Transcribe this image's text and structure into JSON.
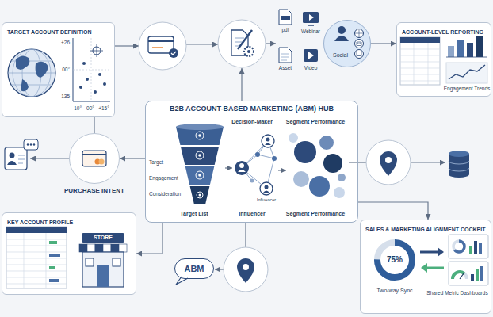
{
  "diagram": {
    "nodes": [
      {
        "text": [
          "TARGET ACCOUNT DEFINITION"
        ]
      },
      {
        "text": [
          "Social"
        ]
      },
      {
        "text": [
          "ACCOUNT-LEVEL REPORTING"
        ]
      },
      {
        "text": [
          "B2B ACCOUNT-BASED MARKETING (ABM) HUB"
        ]
      },
      {
        "text": [
          "PURCHASE INTENT"
        ]
      },
      {
        "text": [
          "KEY ACCOUNT PROFILE"
        ]
      },
      {
        "text": [
          "ABM"
        ]
      },
      {
        "text": [
          "SALES & MARKETING ALIGNMENT COCKPIT"
        ]
      }
    ],
    "edges": [
      {
        "from": 3,
        "to": 4,
        "arrow": "to"
      },
      {
        "from": 0,
        "to": 4,
        "arrow": "none"
      },
      {
        "from": 3,
        "to": 5,
        "arrow": "to"
      },
      {
        "from": 3,
        "to": 7,
        "arrow": "to"
      },
      {
        "from": 1,
        "to": 2,
        "arrow": "to"
      }
    ],
    "labels": [
      "+26",
      "00°",
      "-135",
      "-10°",
      "00°",
      "+15°",
      "pdf",
      "Webinar",
      "Asset",
      "Video",
      "Engagement Trends",
      "Decision-Maker",
      "Segment Performance",
      "Target",
      "Engagement",
      "Consideration",
      "Influencer",
      "Target List",
      "Influencer",
      "Segment Performance",
      "STORE",
      "75%",
      "Two-way Sync",
      "Shared Metric Dashboards"
    ]
  }
}
